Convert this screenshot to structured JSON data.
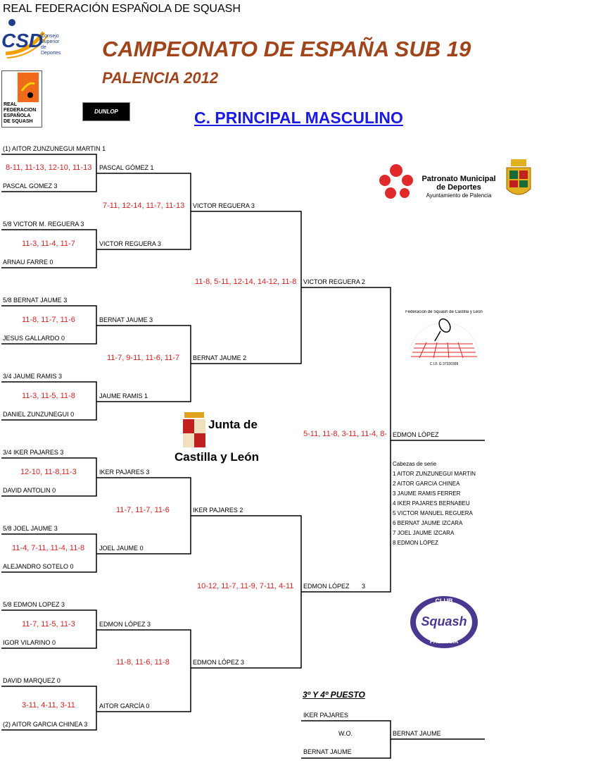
{
  "federation": "REAL FEDERACIÓN ESPAÑOLA DE SQUASH",
  "title": "CAMPEONATO DE ESPAÑA SUB 19",
  "subtitle": "PALENCIA 2012",
  "section": "C. PRINCIPAL MASCULINO",
  "logos": {
    "csd": {
      "mark": "CSD",
      "line1": "Consejo",
      "line2": "Superior de",
      "line3": "Deportes"
    },
    "rfes": {
      "line1": "REAL",
      "line2": "FEDERACION",
      "line3": "ESPAÑOLA",
      "line4": "DE SQUASH"
    },
    "dunlop": "DUNLOP",
    "patronato": {
      "line1": "Patronato Municipal",
      "line2": "de Deportes",
      "line3": "Ayuntamiento de Palencia"
    },
    "castilla_fed": {
      "text": "Federación de Squash de Castilla y León",
      "cif": "C.I.F. G 37320399"
    },
    "junta": {
      "line1": "Junta de",
      "line2": "Castilla y León"
    },
    "club": {
      "top": "CLUB",
      "middle": "Squash",
      "bottom": "PALENCIA"
    }
  },
  "round1": [
    {
      "p1": "(1) AITOR ZUNZUNEGUI MARTIN 1",
      "score": "8-11, 11-13, 12-10, 11-13",
      "p2": "PASCAL GOMEZ 3",
      "winner": "PASCAL GÓMEZ 1"
    },
    {
      "p1": "5/8 VICTOR M. REGUERA 3",
      "score": "11-3, 11-4, 11-7",
      "p2": "ARNAU FARRE 0",
      "winner": "VICTOR REGUERA 3"
    },
    {
      "p1": "5/8 BERNAT JAUME 3",
      "score": "11-8, 11-7, 11-6",
      "p2": "JESUS GALLARDO 0",
      "winner": "BERNAT JAUME 3"
    },
    {
      "p1": "3/4 JAUME RAMIS 3",
      "score": "11-3, 11-5, 11-8",
      "p2": "DANIEL ZUNZUNEGUI 0",
      "winner": "JAUME RAMIS 1"
    },
    {
      "p1": "3/4 IKER PAJARES 3",
      "score": "12-10, 11-8,11-3",
      "p2": "DAVID ANTOLIN 0",
      "winner": "IKER PAJARES 3"
    },
    {
      "p1": "5/8 JOEL JAUME 3",
      "score": "11-4, 7-11, 11-4, 11-8",
      "p2": "ALEJANDRO SOTELO 0",
      "winner": "JOEL JAUME 0"
    },
    {
      "p1": "5/8 EDMON LOPEZ 3",
      "score": "11-7, 11-5, 11-3",
      "p2": "IGOR VILARINO 0",
      "winner": "EDMON LÓPEZ 3"
    },
    {
      "p1": "DAVID MARQUEZ 0",
      "score": "3-11, 4-11, 3-11",
      "p2": "(2) AITOR GARCIA CHINEA 3",
      "winner": "AITOR GARCÍA 0"
    }
  ],
  "round2": [
    {
      "score": "7-11, 12-14, 11-7, 11-13",
      "winner": "VICTOR REGUERA 3"
    },
    {
      "score": "11-7, 9-11, 11-6, 11-7",
      "winner": "BERNAT JAUME 2"
    },
    {
      "score": "11-7, 11-7, 11-6",
      "winner": "IKER PAJARES 2"
    },
    {
      "score": "11-8, 11-6, 11-8",
      "winner": "EDMON LÓPEZ 3"
    }
  ],
  "semis": [
    {
      "score": "11-8, 5-11, 12-14, 14-12, 11-8",
      "winner": "VICTOR REGUERA 2"
    },
    {
      "score": "10-12, 11-7, 11-9, 7-11, 4-11",
      "winner": "EDMON LÓPEZ",
      "winner_extra": "3"
    }
  ],
  "final": {
    "score": "5-11, 11-8, 3-11, 11-4, 8-",
    "winner": "EDMON LÓPEZ"
  },
  "seeds": {
    "title": "Cabezas de serie",
    "items": [
      "1 AITOR ZUNZUNEGUI MARTIN",
      "2 AITOR GARCIA CHINEA",
      "3 JAUME RAMIS FERRER",
      "4 IKER PAJARES BERNABEU",
      "5 VICTOR MANUEL REGUERA",
      "6 BERNAT JAUME IZCARA",
      "7 JOEL JAUME IZCARA",
      "8 EDMON LÓPEZ"
    ]
  },
  "third_place": {
    "title": "3º Y 4º PUESTO",
    "p1": "IKER PAJARES",
    "result": "W.O.",
    "p2": "BERNAT JAUME",
    "winner": "BERNAT JAUME"
  },
  "colors": {
    "title": "#a0441c",
    "section": "#1a1ae0",
    "score": "#d42020"
  }
}
